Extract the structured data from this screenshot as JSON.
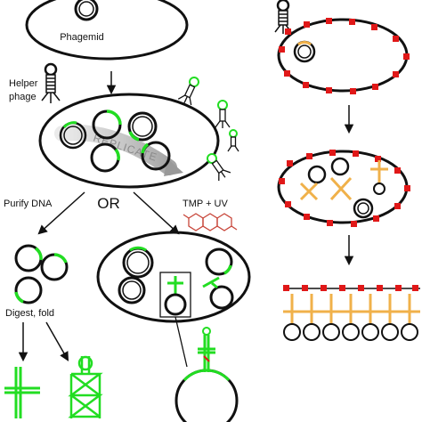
{
  "labels": {
    "phagemid": "Phagemid",
    "helper_phage_1": "Helper",
    "helper_phage_2": "phage",
    "replicate": "REPLICATE",
    "or": "OR",
    "purify_dna": "Purify DNA",
    "tmp_uv": "TMP + UV",
    "digest_fold": "Digest, fold"
  },
  "colors": {
    "outline": "#111111",
    "green": "#22dd22",
    "orange": "#f0b14a",
    "red": "#e01818",
    "arrow_gray": "#999999",
    "molecule": "#c8463a"
  }
}
